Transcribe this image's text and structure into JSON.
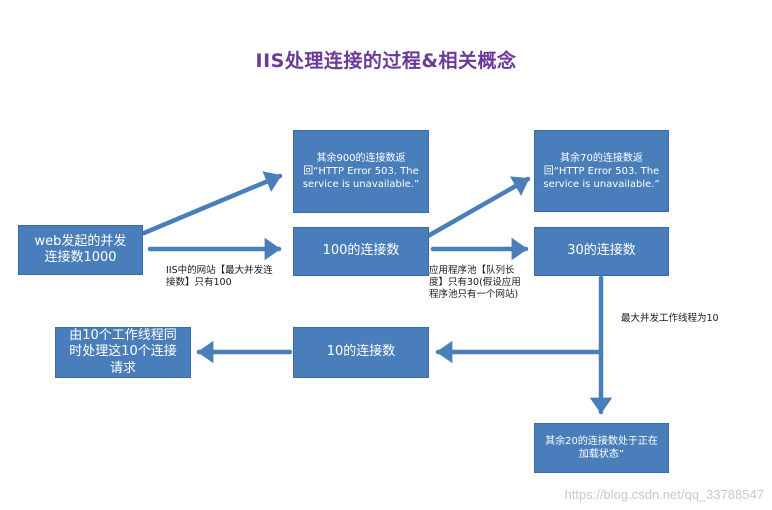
{
  "title": "IIS处理连接的过程&相关概念",
  "boxes": {
    "web_concurrent": "web发起的并发连接数1000",
    "remaining_900": "其余900的连接数返回“HTTP Error 503. The service is unavailable.”",
    "conn_100": "100的连接数",
    "remaining_70": "其余70的连接数返回“HTTP Error 503. The service is unavailable.”",
    "conn_30": "30的连接数",
    "conn_10": "10的连接数",
    "threads_10": "由10个工作线程同时处理这10个连接请求",
    "remaining_20": "其余20的连接数处于正在加载状态”"
  },
  "notes": {
    "site_max": "IIS中的网站【最大并发连接数】只有100",
    "app_pool_queue": "应用程序池【队列长度】只有30(假设应用程序池只有一个网站)",
    "max_threads": "最大并发工作线程为10"
  },
  "watermark": "https://blog.csdn.net/qq_33788547",
  "colors": {
    "box_fill": "#4a7ebb",
    "arrow": "#4a7ebb",
    "title": "#6b3a98"
  }
}
